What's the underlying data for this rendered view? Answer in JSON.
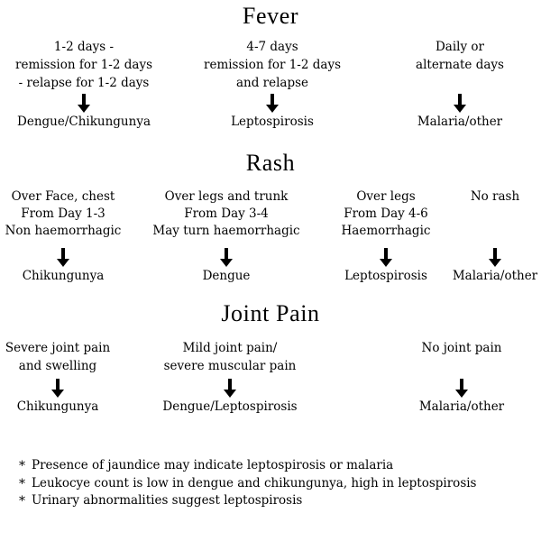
{
  "colors": {
    "background": "#ffffff",
    "text": "#000000",
    "arrow": "#000000"
  },
  "sections": [
    {
      "title": "Fever",
      "columns": [
        {
          "condition": [
            "1-2 days -",
            "remission for 1-2 days",
            "- relapse for 1-2 days"
          ],
          "result": "Dengue/Chikungunya"
        },
        {
          "condition": [
            "4-7 days",
            "remission for 1-2 days",
            "and relapse"
          ],
          "result": "Leptospirosis"
        },
        {
          "condition": [
            "Daily or",
            "alternate days"
          ],
          "result": "Malaria/other"
        }
      ]
    },
    {
      "title": "Rash",
      "columns": [
        {
          "condition": [
            "Over Face, chest",
            "From Day 1-3",
            "Non haemorrhagic"
          ],
          "result": "Chikungunya"
        },
        {
          "condition": [
            "Over legs and trunk",
            "From Day 3-4",
            "May turn haemorrhagic"
          ],
          "result": "Dengue"
        },
        {
          "condition": [
            "Over legs",
            "From Day 4-6",
            "Haemorrhagic"
          ],
          "result": "Leptospirosis"
        },
        {
          "condition": [
            "No rash"
          ],
          "result": "Malaria/other"
        }
      ]
    },
    {
      "title": "Joint Pain",
      "columns": [
        {
          "condition": [
            "Severe joint pain",
            "and swelling"
          ],
          "result": "Chikungunya"
        },
        {
          "condition": [
            "Mild joint pain/",
            "severe muscular pain"
          ],
          "result": "Dengue/Leptospirosis"
        },
        {
          "condition": [
            "No joint pain"
          ],
          "result": "Malaria/other"
        }
      ]
    }
  ],
  "footnote_marker": "*",
  "footnotes": [
    "Presence of jaundice may indicate leptospirosis or malaria",
    "Leukocye count is low in dengue and chikungunya, high in leptospirosis",
    "Urinary abnormalities suggest leptospirosis"
  ]
}
